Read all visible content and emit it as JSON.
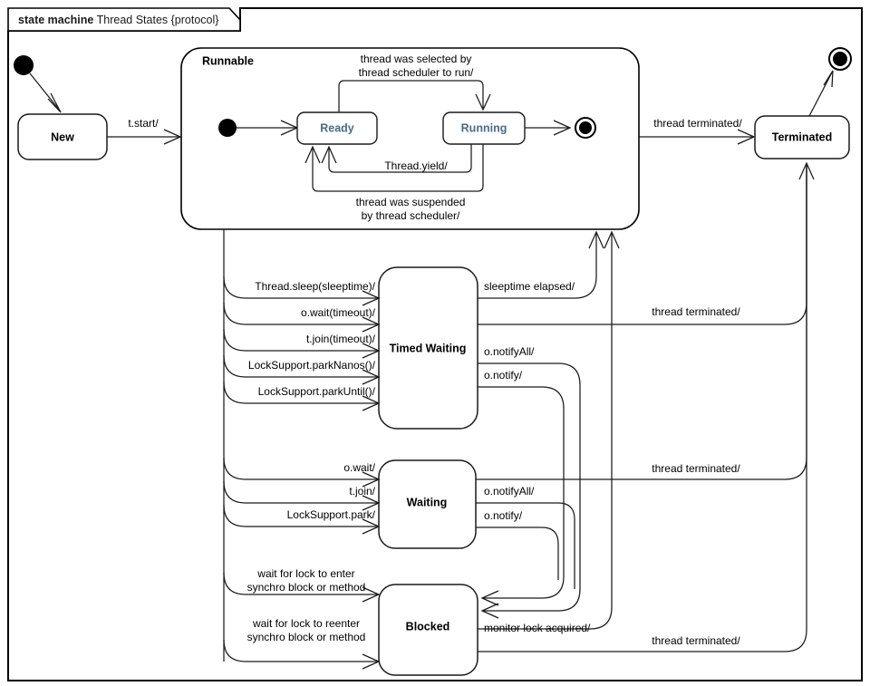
{
  "frame": {
    "tab_keyword": "state machine",
    "tab_title": "Thread States {protocol}",
    "tab_label_full": "state machine Thread States {protocol}"
  },
  "states": {
    "new": {
      "label": "New"
    },
    "runnable": {
      "label": "Runnable"
    },
    "ready": {
      "label": "Ready"
    },
    "running": {
      "label": "Running"
    },
    "terminated": {
      "label": "Terminated"
    },
    "timed_waiting": {
      "label": "Timed Waiting"
    },
    "waiting": {
      "label": "Waiting"
    },
    "blocked": {
      "label": "Blocked"
    }
  },
  "pseudostates": {
    "initial": {
      "name": "initial-state"
    },
    "runnable_initial": {
      "name": "runnable-initial-state"
    },
    "runnable_final": {
      "name": "runnable-final-state"
    },
    "final": {
      "name": "final-state"
    }
  },
  "transitions": {
    "start": "t.start/",
    "selected_by_scheduler_l1": "thread was selected by",
    "selected_by_scheduler_l2": "thread scheduler to run/",
    "yield": "Thread.yield/",
    "suspended_l1": "thread was suspended",
    "suspended_l2": "by thread scheduler/",
    "thread_terminated_runnable": "thread terminated/",
    "thread_sleep": "Thread.sleep(sleeptime)/",
    "o_wait_timeout": "o.wait(timeout)/",
    "t_join_timeout": "t.join(timeout)/",
    "park_nanos": "LockSupport.parkNanos()/",
    "park_until": "LockSupport.parkUntil()/",
    "sleeptime_elapsed": "sleeptime elapsed/",
    "notify_all_timed": "o.notifyAll/",
    "notify_timed": "o.notify/",
    "thread_terminated_timed": "thread terminated/",
    "o_wait": "o.wait/",
    "t_join": "t.join/",
    "park": "LockSupport.park/",
    "notify_all_waiting": "o.notifyAll/",
    "notify_waiting": "o.notify/",
    "thread_terminated_waiting": "thread terminated/",
    "wait_enter_l1": "wait for lock to enter",
    "wait_enter_l2": "synchro block or method",
    "wait_reenter_l1": "wait for lock to reenter",
    "wait_reenter_l2": "synchro block or method",
    "monitor_acquired": "monitor lock acquired/",
    "thread_terminated_blocked": "thread terminated/"
  },
  "colors": {
    "stroke": "#1a1a1a",
    "substate_text": "#4a6b88",
    "background": "#ffffff"
  }
}
